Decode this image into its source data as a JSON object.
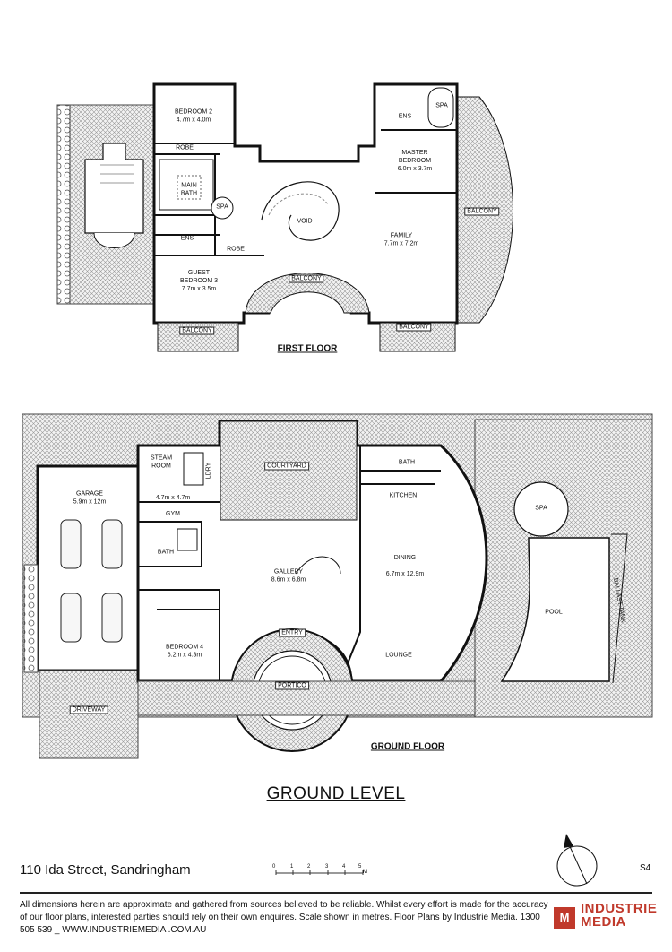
{
  "first_floor": {
    "title": "FIRST FLOOR",
    "rooms": {
      "bedroom2": "BEDROOM 2\n4.7m x 4.0m",
      "robe1": "ROBE",
      "main_bath": "MAIN\nBATH",
      "spa": "SPA",
      "ens1": "ENS",
      "robe2": "ROBE",
      "guest": "GUEST\nBEDROOM 3\n7.7m x 3.5m",
      "void": "VOID",
      "ens2": "ENS",
      "spa2": "SPA",
      "master": "MASTER\nBEDROOM\n6.0m x 3.7m",
      "family": "FAMILY\n7.7m x 7.2m"
    },
    "tags": {
      "balcony_center": "BALCONY",
      "balcony_left": "BALCONY",
      "balcony_right": "BALCONY",
      "balcony_east": "BALCONY"
    }
  },
  "ground_floor": {
    "title": "GROUND FLOOR",
    "rooms": {
      "garage": "GARAGE\n5.9m x 12m",
      "steam": "STEAM\nROOM",
      "ldry": "LDRY",
      "gym": "4.7m x 4.7m\n\nGYM",
      "bath1": "BATH",
      "bedroom4": "BEDROOM 4\n6.2m x 4.3m",
      "gallery": "GALLERY\n8.6m x 6.8m",
      "bath2": "BATH",
      "kitchen": "KITCHEN",
      "dining": "DINING\n\n6.7m x 12.9m",
      "lounge": "LOUNGE",
      "spa": "SPA",
      "pool": "POOL",
      "ballast": "BALLAST TANK"
    },
    "tags": {
      "courtyard": "COURTYARD",
      "entry": "ENTRY",
      "portico": "PORTICO",
      "driveway": "DRIVEWAY"
    }
  },
  "level_title": "GROUND LEVEL",
  "address": "110 Ida Street, Sandringham",
  "scale": {
    "ticks": [
      "0",
      "1",
      "2",
      "3",
      "4",
      "5"
    ],
    "unit": "M"
  },
  "sheet_id": "S4",
  "disclaimer": "All dimensions herein are approximate and gathered from sources believed to be reliable.   Whilst every effort is made for the accuracy of our floor plans, interested parties should rely on their own enquires. Scale shown in metres. Floor Plans by Industrie Media.  1300 505 539 _ WWW.INDUSTRIEMEDIA .COM.AU",
  "brand": {
    "mark": "M",
    "name_line1": "INDUSTRIE",
    "name_line2": "MEDIA",
    "color": "#c0392b"
  }
}
